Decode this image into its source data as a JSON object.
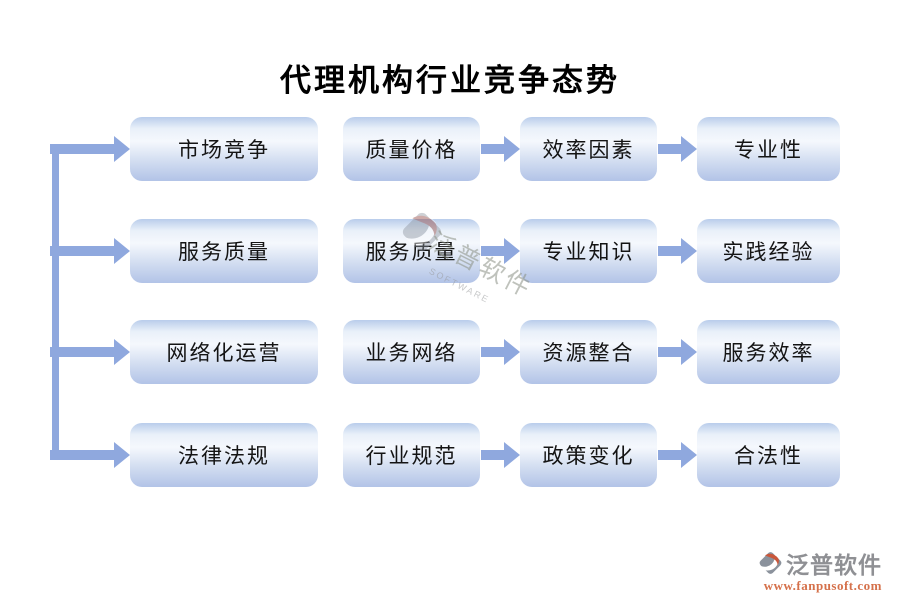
{
  "title": "代理机构行业竞争态势",
  "diagram": {
    "rows": [
      [
        "市场竞争",
        "质量价格",
        "效率因素",
        "专业性"
      ],
      [
        "服务质量",
        "服务质量",
        "专业知识",
        "实践经验"
      ],
      [
        "网络化运营",
        "业务网络",
        "资源整合",
        "服务效率"
      ],
      [
        "法律法规",
        "行业规范",
        "政策变化",
        "合法性"
      ]
    ]
  },
  "watermark": {
    "text": "泛普软件",
    "subtext": "SOFTWARE"
  },
  "footer": {
    "brand": "泛普软件",
    "url": "www.fanpusoft.com"
  },
  "colors": {
    "arrow_blue": "#8FA8DE",
    "box_top": "#B9CDEB",
    "box_bottom": "#B2C3E7",
    "brand_gray": "#8F9094",
    "brand_red": "#C9573B",
    "url_orange": "#D5714B"
  },
  "icons": {
    "left_connector": "branching-arrow-connector",
    "flow_arrow": "right-arrow",
    "brand_mark": "fanpu-diamond-logo"
  }
}
